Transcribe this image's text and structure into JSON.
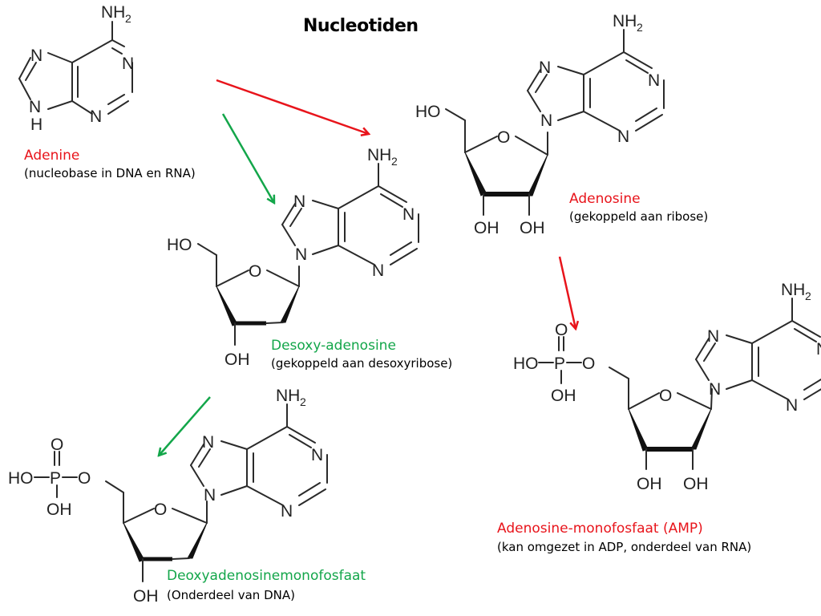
{
  "title": "Nucleotiden",
  "colors": {
    "red": "#e8141b",
    "green": "#13a64a",
    "text": "#000000",
    "structure": "#2a2a2a"
  },
  "molecules": [
    {
      "id": "adenine",
      "name": "Adenine",
      "description": "(nucleobase in DNA en RNA)",
      "color": "red"
    },
    {
      "id": "adenosine",
      "name": "Adenosine",
      "description": "(gekoppeld aan ribose)",
      "color": "red"
    },
    {
      "id": "desoxy-adenosine",
      "name": "Desoxy-adenosine",
      "description": "(gekoppeld aan desoxyribose)",
      "color": "green"
    },
    {
      "id": "amp",
      "name": "Adenosine-monofosfaat (AMP)",
      "description": "(kan omgezet in ADP, onderdeel van RNA)",
      "color": "red"
    },
    {
      "id": "damp",
      "name": "Deoxyadenosinemonofosfaat",
      "description": "(Onderdeel van DNA)",
      "color": "green"
    }
  ],
  "atoms": {
    "amine": "NH",
    "amine_sub": "2",
    "n": "N",
    "h": "H",
    "o": "O",
    "p": "P",
    "ho": "HO",
    "oh": "OH"
  },
  "arrows": [
    {
      "from": "adenine",
      "to": "adenosine",
      "color": "red"
    },
    {
      "from": "adenine",
      "to": "desoxy-adenosine",
      "color": "green"
    },
    {
      "from": "adenosine",
      "to": "amp",
      "color": "red"
    },
    {
      "from": "desoxy-adenosine",
      "to": "damp",
      "color": "green"
    }
  ]
}
